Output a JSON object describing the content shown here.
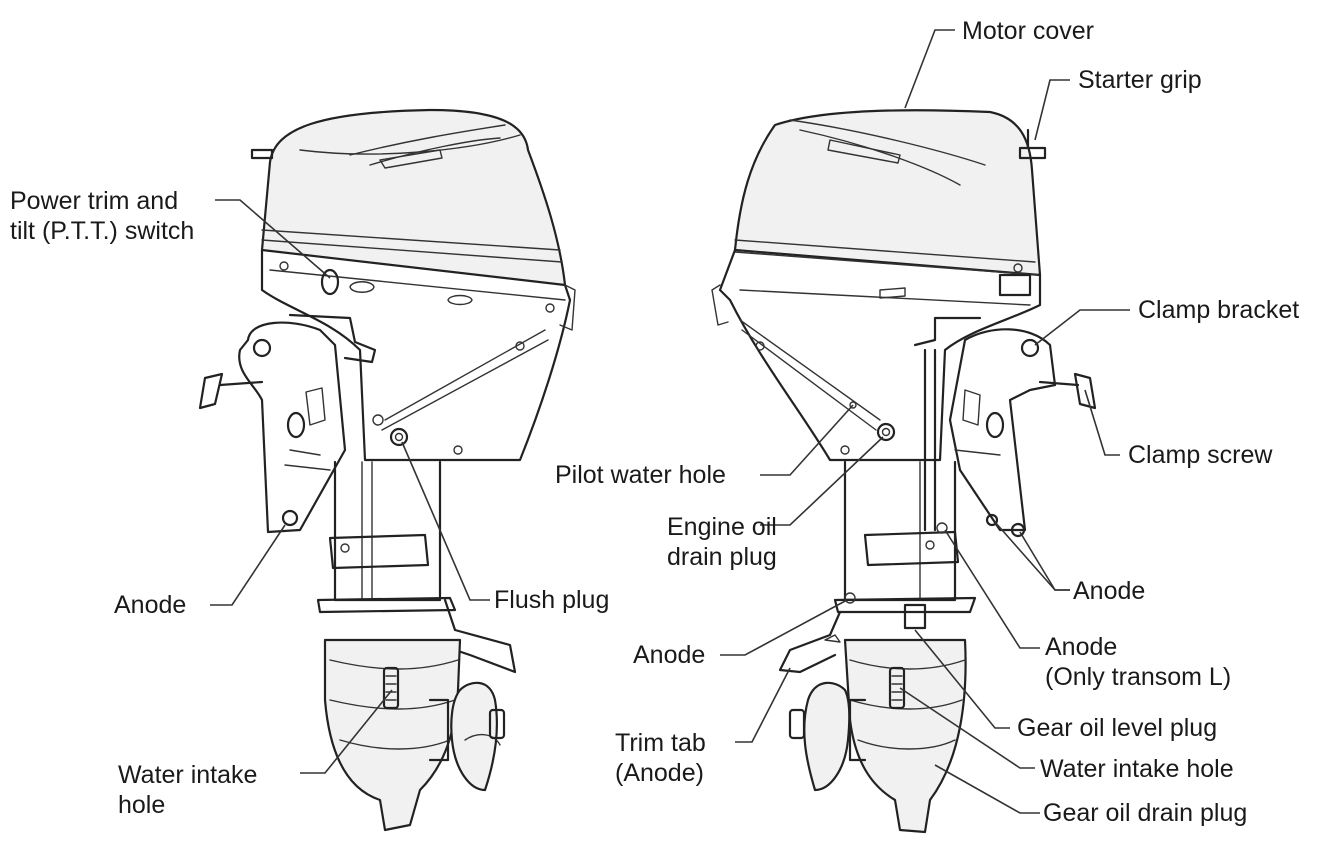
{
  "labels": {
    "motor_cover": "Motor cover",
    "starter_grip": "Starter grip",
    "ptt_switch_1": "Power trim and",
    "ptt_switch_2": "tilt (P.T.T.) switch",
    "clamp_bracket": "Clamp bracket",
    "clamp_screw": "Clamp screw",
    "pilot_water_hole": "Pilot water hole",
    "engine_oil_drain_1": "Engine oil",
    "engine_oil_drain_2": "drain plug",
    "anode_left": "Anode",
    "flush_plug": "Flush plug",
    "anode_right_bracket": "Anode",
    "anode_center": "Anode",
    "anode_transom_1": "Anode",
    "anode_transom_2": "(Only transom L)",
    "trim_tab_1": "Trim tab",
    "trim_tab_2": "(Anode)",
    "gear_oil_level_plug": "Gear oil level plug",
    "water_intake_left_1": "Water intake",
    "water_intake_left_2": "hole",
    "water_intake_right": "Water intake hole",
    "gear_oil_drain_plug": "Gear oil drain plug"
  }
}
